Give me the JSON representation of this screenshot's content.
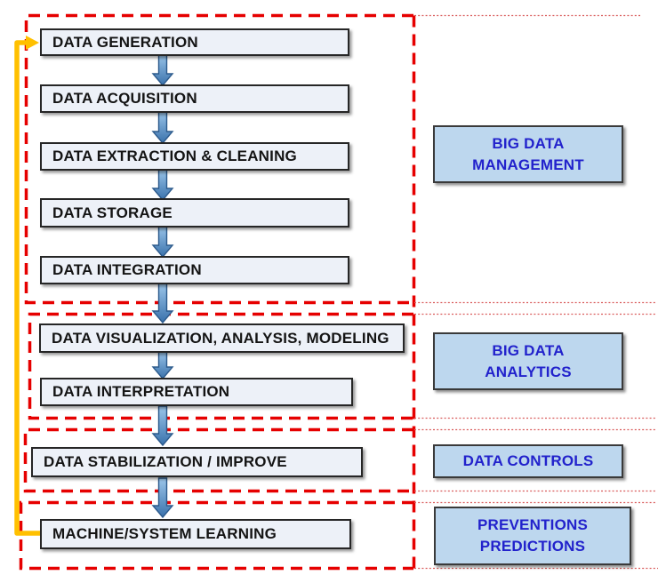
{
  "flow_steps": [
    {
      "label": "DATA GENERATION"
    },
    {
      "label": "DATA ACQUISITION"
    },
    {
      "label": "DATA EXTRACTION & CLEANING"
    },
    {
      "label": "DATA STORAGE"
    },
    {
      "label": "DATA INTEGRATION"
    },
    {
      "label": "DATA VISUALIZATION, ANALYSIS, MODELING"
    },
    {
      "label": "DATA INTERPRETATION"
    },
    {
      "label": "DATA STABILIZATION / IMPROVE"
    },
    {
      "label": "MACHINE/SYSTEM LEARNING"
    }
  ],
  "group_labels": [
    {
      "line1": "BIG DATA",
      "line2": "MANAGEMENT"
    },
    {
      "line1": "BIG DATA",
      "line2": "ANALYTICS"
    },
    {
      "line1": "DATA CONTROLS",
      "line2": ""
    },
    {
      "line1": "PREVENTIONS",
      "line2": "PREDICTIONS"
    }
  ],
  "icons": {
    "flow_arrow": "down-arrow",
    "feedback_arrow": "feedback-loop-arrow"
  },
  "colors": {
    "step_box_fill": "#EDF1F8",
    "group_label_fill": "#BDD7EE",
    "group_label_text": "#2222CC",
    "group_border_red": "#E60000",
    "flow_arrow_blue": "#5B9BD5",
    "feedback_arrow_yellow": "#FFC000"
  }
}
